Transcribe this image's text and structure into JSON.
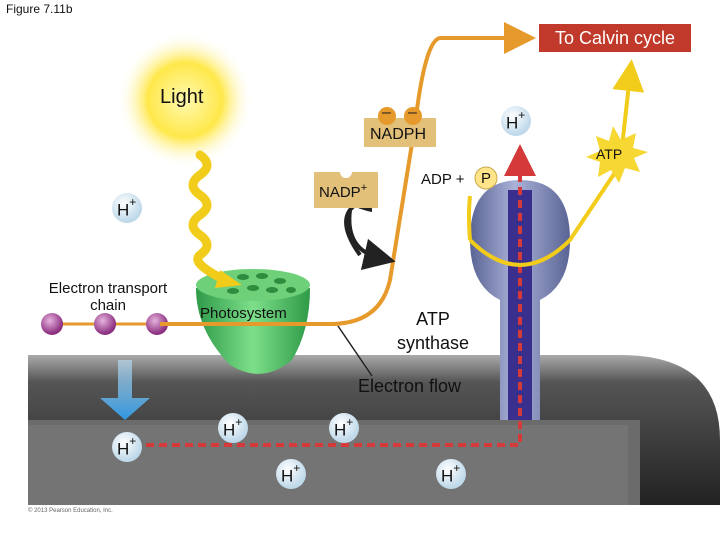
{
  "figure_label": "Figure 7.11b",
  "labels": {
    "calvin": "To Calvin cycle",
    "light": "Light",
    "nadph": "NADPH",
    "nadp": "NADP",
    "nadp_charge": "+",
    "adp": "ADP +",
    "p": "P",
    "atp": "ATP",
    "etc": "Electron transport chain",
    "photosystem": "Photosystem",
    "atp_synthase": "ATP synthase",
    "electron_flow": "Electron flow",
    "copyright": "© 2013 Pearson Education, Inc."
  },
  "ions": {
    "h": "H",
    "plus": "+",
    "electron_minus": "–"
  },
  "colors": {
    "membrane": "#2e2e2e",
    "membrane_top": "#9a9a9a",
    "orange_path": "#e69a2b",
    "yellow_path": "#f2cc1a",
    "proton_path": "#d43a3a",
    "photosystem": "#3fb65a",
    "atp_synthase": "#7a84b0",
    "proton_arrow": "#3ea3e6",
    "etc_spheres": "#a8439a",
    "calvin_box": "#c0392b"
  }
}
